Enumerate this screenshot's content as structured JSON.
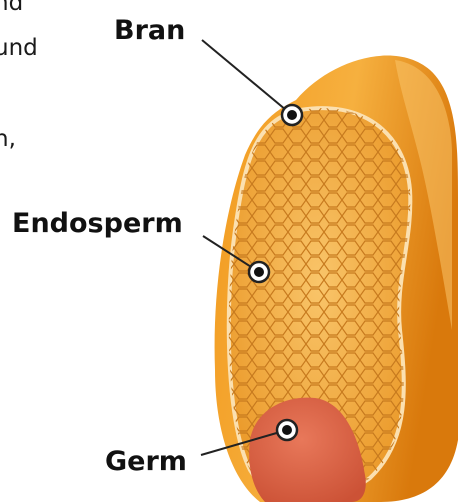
{
  "clipped_text": {
    "line1": "nd",
    "line2": "und",
    "line3": "n,"
  },
  "labels": {
    "bran": "Bran",
    "endosperm": "Endosperm",
    "germ": "Germ"
  },
  "colors": {
    "bran_outer": "#e88a12",
    "bran_highlight": "#f7b63e",
    "endosperm_fill": "#f0a43a",
    "cell_line": "#c97a1e",
    "germ": "#e2654a",
    "pointer": "#222222"
  }
}
